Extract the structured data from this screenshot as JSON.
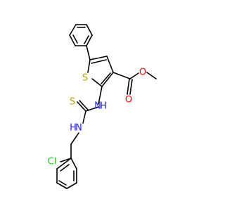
{
  "molecule": {
    "colors": {
      "bond": "#000000",
      "carbon": "#000000",
      "sulfur": "#b8a400",
      "oxygen": "#ff0000",
      "nitrogen": "#2020ff",
      "chlorine": "#1ec81e"
    },
    "atoms": {
      "s_ring": "S",
      "s_thio": "S",
      "o_carbonyl": "O",
      "o_ether": "O",
      "n_amide": "N",
      "h_amide": "H",
      "n_benzyl": "N",
      "h_benzyl": "H",
      "cl": "Cl"
    }
  }
}
